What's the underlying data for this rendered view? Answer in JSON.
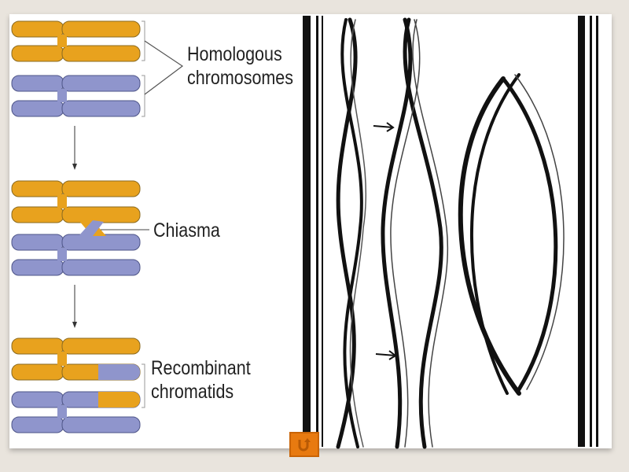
{
  "labels": {
    "homologous_line1": "Homologous",
    "homologous_line2": "chromosomes",
    "chiasma": "Chiasma",
    "recombinant_line1": "Recombinant",
    "recombinant_line2": "chromatids"
  },
  "colors": {
    "maternal": "#e8a21e",
    "paternal": "#8f95cc",
    "button": "#e87a10"
  },
  "return_button": {
    "icon": "return-arrow-icon"
  }
}
